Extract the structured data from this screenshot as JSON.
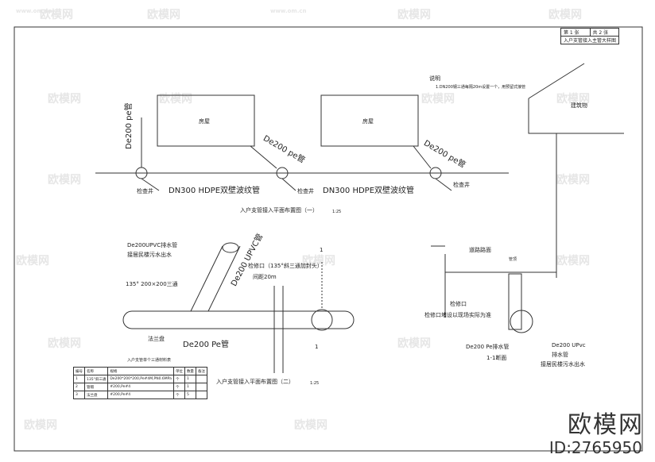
{
  "watermark": {
    "logo": "欧模网",
    "url": "www.om.cn"
  },
  "title_block": {
    "sheet": "第 1 张",
    "total": "共 2 张",
    "title": "入户支管接入主管大样图"
  },
  "notes": {
    "heading": "说明",
    "line1": "1.DN200钢三通每隔20m设置一个，用预留式接管"
  },
  "labels": {
    "house_left": "房屋",
    "house_right": "房屋",
    "de200_vertical": "De200 pe管",
    "de200_diag_mid": "De200 pe管",
    "de200_diag_right": "De200 pe管",
    "main_pipe_left": "DN300 HDPE双壁波纹管",
    "main_pipe_right": "DN300 HDPE双壁波纹管",
    "manhole_1": "检查井",
    "manhole_2": "检查井",
    "manhole_3": "检查井",
    "building": "建筑物",
    "plan1_title": "入户支管接入平面布置图（一）",
    "plan1_scale": "1:25",
    "plan2_title": "入户支管接入平面布置图（二）",
    "plan2_scale": "1:25",
    "upvc_label1": "De200UPVC排水管",
    "upvc_label2": "接居民楼污水出水",
    "upvc_vertical": "De200 UPVC管",
    "tee_label": "135° 200×200三通",
    "flange_label": "法兰盘",
    "pe_bottom": "De200 Pe管",
    "cleanout_label": "检修口（135°斜三通加封头）",
    "spacing_label": "间距20m",
    "section_mark_1": "1",
    "section_mark_2": "1",
    "road_label": "道路路面",
    "grade_label": "管顶",
    "cleanout_right1": "检修口",
    "cleanout_right2": "检修口堵设以现场实际为准",
    "pe_right": "De200 Pe排水管",
    "upvc_right1": "De200 UPvc",
    "upvc_right2": "排水管",
    "upvc_right3": "接居民楼污水出水",
    "section_title": "1-1断面"
  },
  "legend_table": {
    "title": "入户支管单个三通材料表",
    "headers": [
      "编号",
      "名称",
      "规格",
      "单位",
      "数量",
      "备注"
    ],
    "rows": [
      [
        "1",
        "135°斜三通",
        "De200*200*200,Pe#4M,PN0.6MPa",
        "个",
        "1",
        ""
      ],
      [
        "2",
        "管帽",
        "#200,Pe#4",
        "个",
        "1",
        ""
      ],
      [
        "3",
        "法兰盘",
        "#200,Pe#4",
        "个",
        "5",
        ""
      ]
    ]
  },
  "brand": {
    "name": "欧模网",
    "id": "ID:2765950"
  }
}
